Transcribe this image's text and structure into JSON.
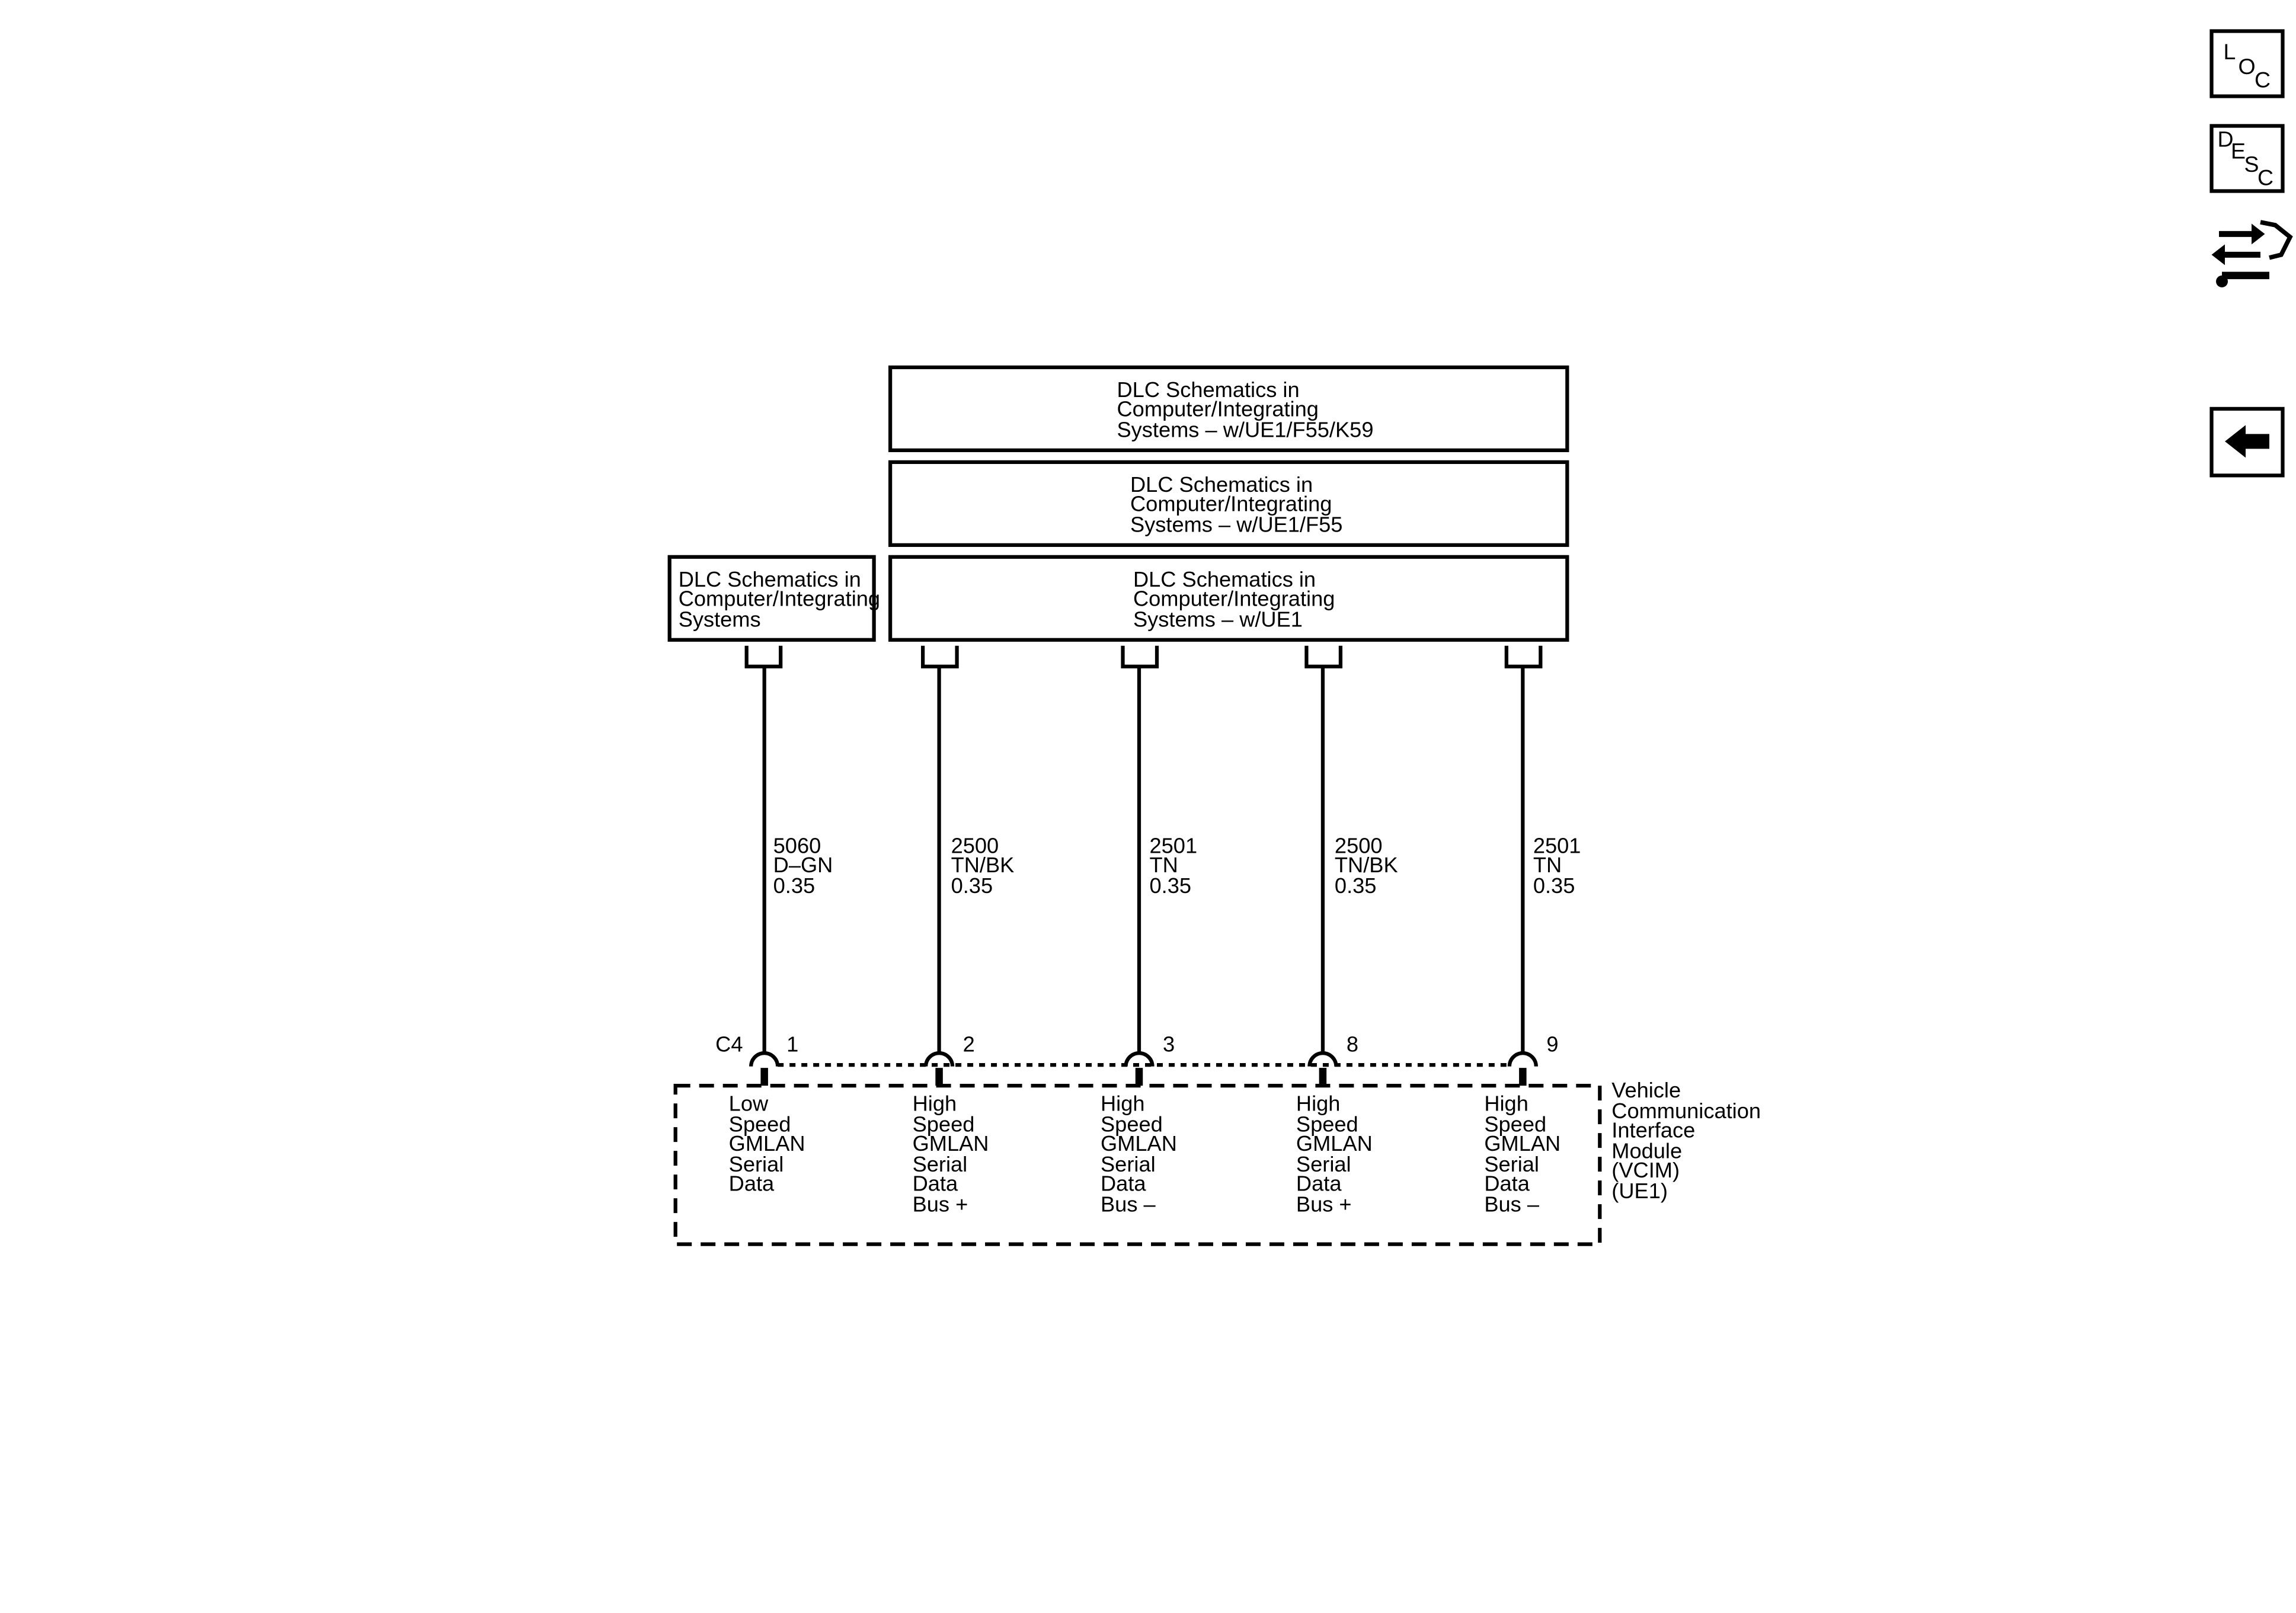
{
  "nav": {
    "loc": {
      "l": "L",
      "o": "O",
      "c": "C"
    },
    "desc": {
      "d": "D",
      "e": "E",
      "s": "S",
      "c": "C"
    }
  },
  "boxes": {
    "top1": [
      "DLC Schematics in",
      "Computer/Integrating",
      "Systems – w/UE1/F55/K59"
    ],
    "top2": [
      "DLC Schematics in",
      "Computer/Integrating",
      "Systems – w/UE1/F55"
    ],
    "top3": [
      "DLC Schematics in",
      "Computer/Integrating",
      "Systems – w/UE1"
    ],
    "left": [
      "DLC Schematics in",
      "Computer/Integrating",
      "Systems"
    ]
  },
  "connector": "C4",
  "circuits": [
    {
      "pin": "1",
      "circuit": "5060",
      "color": "D–GN",
      "gauge": "0.35",
      "function": [
        "Low",
        "Speed",
        "GMLAN",
        "Serial",
        "Data"
      ]
    },
    {
      "pin": "2",
      "circuit": "2500",
      "color": "TN/BK",
      "gauge": "0.35",
      "function": [
        "High",
        "Speed",
        "GMLAN",
        "Serial",
        "Data",
        "Bus +"
      ]
    },
    {
      "pin": "3",
      "circuit": "2501",
      "color": "TN",
      "gauge": "0.35",
      "function": [
        "High",
        "Speed",
        "GMLAN",
        "Serial",
        "Data",
        "Bus –"
      ]
    },
    {
      "pin": "8",
      "circuit": "2500",
      "color": "TN/BK",
      "gauge": "0.35",
      "function": [
        "High",
        "Speed",
        "GMLAN",
        "Serial",
        "Data",
        "Bus +"
      ]
    },
    {
      "pin": "9",
      "circuit": "2501",
      "color": "TN",
      "gauge": "0.35",
      "function": [
        "High",
        "Speed",
        "GMLAN",
        "Serial",
        "Data",
        "Bus –"
      ]
    }
  ],
  "module": [
    "Vehicle",
    "Communication",
    "Interface",
    "Module",
    "(VCIM)",
    "(UE1)"
  ]
}
